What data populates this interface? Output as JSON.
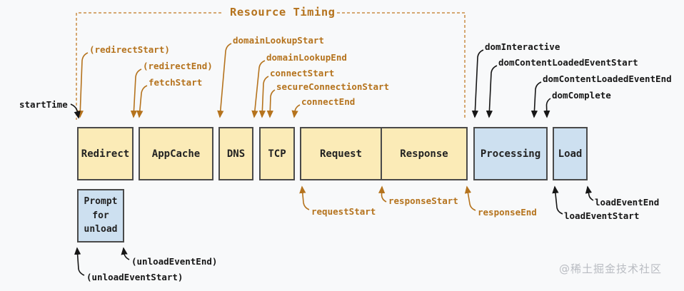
{
  "title": "Resource Timing",
  "colors": {
    "orange": "#b5731d",
    "black": "#161616",
    "bracket": "#c98e44",
    "yellow_fill": "#fbebb7",
    "blue_fill": "#cde0f0",
    "border": "#4a4a4a",
    "background": "#f8f9fa",
    "watermark": "#b9bcc2"
  },
  "phases": {
    "redirect": "Redirect",
    "appcache": "AppCache",
    "dns": "DNS",
    "tcp": "TCP",
    "request": "Request",
    "response": "Response",
    "processing": "Processing",
    "load": "Load",
    "prompt_for_unload": "Prompt for unload"
  },
  "timing_labels": {
    "start_time": "startTime",
    "redirect_start": "(redirectStart)",
    "redirect_end": "(redirectEnd)",
    "fetch_start": "fetchStart",
    "domain_lookup_start": "domainLookupStart",
    "domain_lookup_end": "domainLookupEnd",
    "connect_start": "connectStart",
    "secure_connection_start": "secureConnectionStart",
    "connect_end": "connectEnd",
    "dom_interactive": "domInteractive",
    "dom_content_loaded_event_start": "domContentLoadedEventStart",
    "dom_content_loaded_event_end": "domContentLoadedEventEnd",
    "dom_complete": "domComplete",
    "request_start": "requestStart",
    "response_start": "responseStart",
    "response_end": "responseEnd",
    "unload_event_start": "(unloadEventStart)",
    "unload_event_end": "(unloadEventEnd)",
    "load_event_start": "loadEventStart",
    "load_event_end": "loadEventEnd"
  },
  "watermark": "@稀土掘金技术社区"
}
